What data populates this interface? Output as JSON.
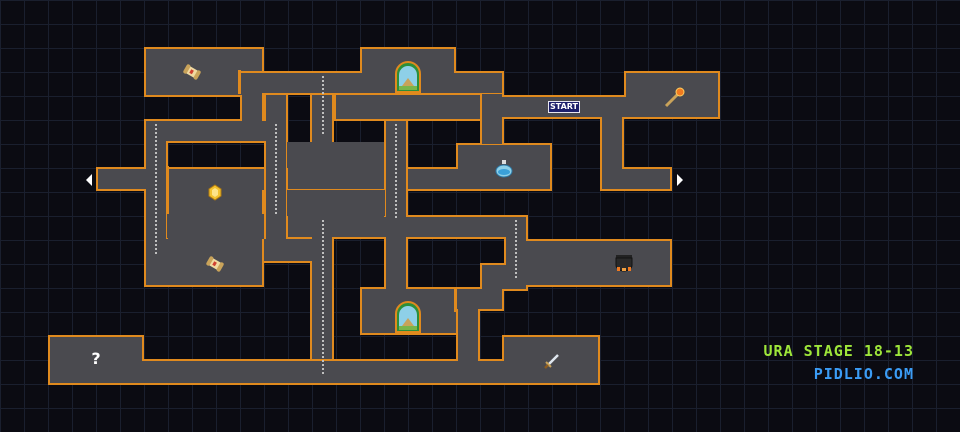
{
  "game": {
    "start_label": "START",
    "stage_label": "URA STAGE 18-13",
    "site_label": "PIDLIO.COM",
    "help_glyph": "?"
  },
  "colors": {
    "background": "#0b0b12",
    "grid": "#1a1f2e",
    "floor": "#4a4a4f",
    "wall_border": "#e08a1e",
    "ladder": "#bfbfbf",
    "stage_label": "#9ee63a",
    "site_label": "#3b9cf5"
  },
  "items": [
    {
      "name": "scroll-icon"
    },
    {
      "name": "scroll-icon"
    },
    {
      "name": "arched-door-icon"
    },
    {
      "name": "arched-door-icon"
    },
    {
      "name": "magic-wand-icon"
    },
    {
      "name": "potion-icon"
    },
    {
      "name": "gem-icon"
    },
    {
      "name": "cauldron-icon"
    },
    {
      "name": "sword-icon"
    },
    {
      "name": "question-mark-icon"
    },
    {
      "name": "arrow-left-icon"
    },
    {
      "name": "arrow-right-icon"
    }
  ]
}
